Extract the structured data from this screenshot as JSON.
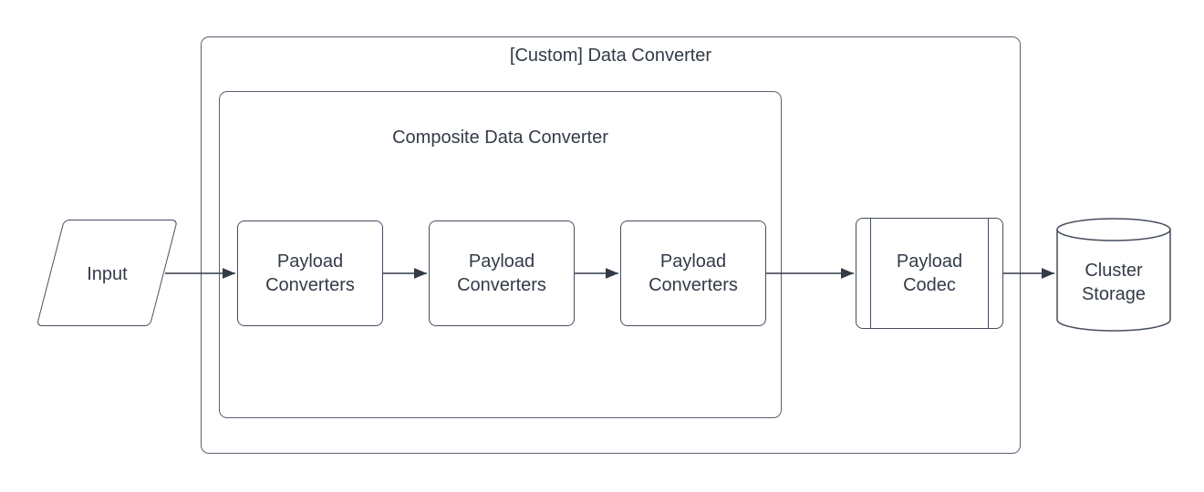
{
  "diagram": {
    "outer_container": {
      "label": "[Custom] Data Converter"
    },
    "inner_container": {
      "label": "Composite Data Converter"
    },
    "input_node": {
      "label": "Input",
      "shape": "parallelogram"
    },
    "converter_nodes": [
      {
        "label": "Payload Converters",
        "shape": "rounded-rectangle"
      },
      {
        "label": "Payload Converters",
        "shape": "rounded-rectangle"
      },
      {
        "label": "Payload Converters",
        "shape": "rounded-rectangle"
      }
    ],
    "codec_node": {
      "label": "Payload Codec",
      "shape": "subroutine"
    },
    "storage_node": {
      "label": "Cluster Storage",
      "shape": "cylinder"
    },
    "colors": {
      "background": "#ffffff",
      "shape_border": "#454d5c",
      "container_border": "#5a6170",
      "arrow": "#333b48",
      "text": "#333b48"
    }
  }
}
